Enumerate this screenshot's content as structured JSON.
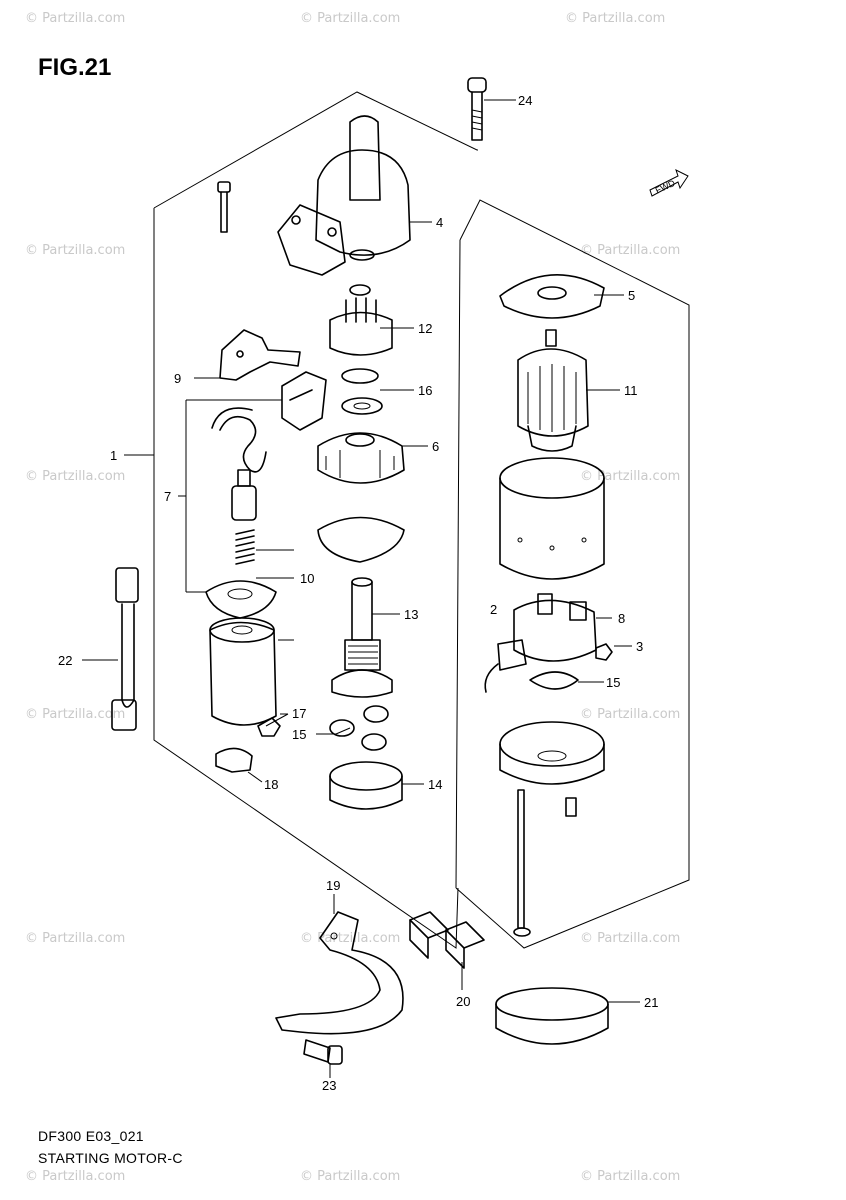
{
  "figure": {
    "title": "FIG.21"
  },
  "footer": {
    "code": "DF300 E03_021",
    "name": "STARTING MOTOR-C"
  },
  "watermark": {
    "text": "© Partzilla.com"
  },
  "fwd_arrow": {
    "text": "FWD"
  },
  "callouts": [
    {
      "id": "c1",
      "label": "1"
    },
    {
      "id": "c2",
      "label": "2"
    },
    {
      "id": "c3",
      "label": "3"
    },
    {
      "id": "c4",
      "label": "4"
    },
    {
      "id": "c5",
      "label": "5"
    },
    {
      "id": "c6",
      "label": "6"
    },
    {
      "id": "c7",
      "label": "7"
    },
    {
      "id": "c8",
      "label": "8"
    },
    {
      "id": "c9",
      "label": "9"
    },
    {
      "id": "c10",
      "label": "10"
    },
    {
      "id": "c11",
      "label": "11"
    },
    {
      "id": "c12",
      "label": "12"
    },
    {
      "id": "c13",
      "label": "13"
    },
    {
      "id": "c14",
      "label": "14"
    },
    {
      "id": "c15a",
      "label": "15"
    },
    {
      "id": "c15b",
      "label": "15"
    },
    {
      "id": "c16",
      "label": "16"
    },
    {
      "id": "c17",
      "label": "17"
    },
    {
      "id": "c18",
      "label": "18"
    },
    {
      "id": "c19",
      "label": "19"
    },
    {
      "id": "c20",
      "label": "20"
    },
    {
      "id": "c21",
      "label": "21"
    },
    {
      "id": "c22",
      "label": "22"
    },
    {
      "id": "c23",
      "label": "23"
    },
    {
      "id": "c24",
      "label": "24"
    }
  ],
  "colors": {
    "line": "#000000",
    "watermark": "#c9c9c9",
    "background": "#ffffff"
  }
}
